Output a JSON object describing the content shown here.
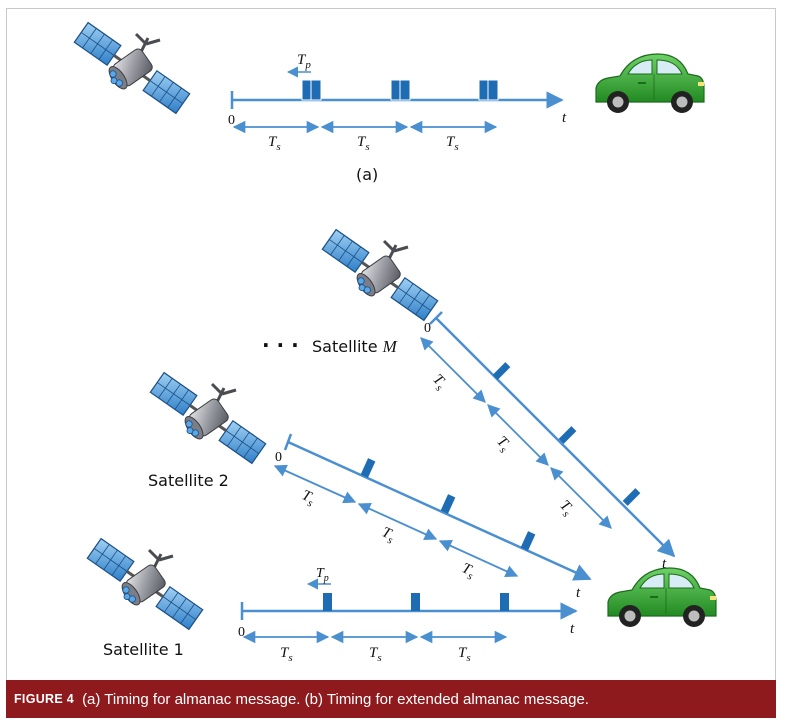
{
  "caption": {
    "figure_label": "FIGURE 4",
    "text": "(a) Timing for almanac message. (b) Timing for extended almanac message."
  },
  "panel_a": {
    "label": "(a)",
    "origin": "0",
    "time_label": "t",
    "period_symbol": "T",
    "period_sub": "s",
    "pulse_symbol": "T",
    "pulse_sub": "p"
  },
  "panel_b": {
    "satellite_1": "Satellite 1",
    "satellite_2": "Satellite 2",
    "satellite_m_prefix": "Satellite ",
    "satellite_m_var": "M",
    "ellipsis": ". . .",
    "origin": "0",
    "time_label": "t",
    "period_symbol": "T",
    "period_sub": "s",
    "pulse_symbol": "T",
    "pulse_sub": "p"
  },
  "colors": {
    "timeline": "#4a8fd0",
    "pulse": "#1e6db4",
    "car": "#3dae3a",
    "caption_bg": "#8f1a1d"
  },
  "icons": [
    "satellite-icon",
    "car-icon"
  ]
}
